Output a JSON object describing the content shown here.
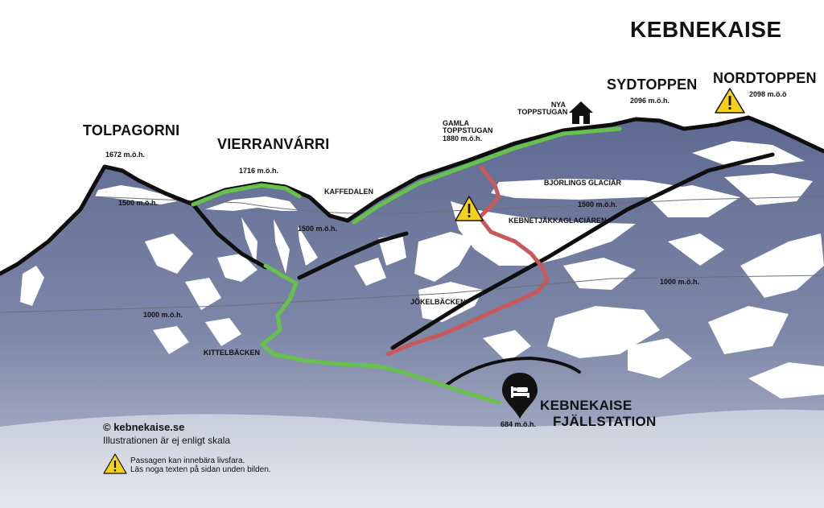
{
  "title": "KEBNEKAISE",
  "peaks": [
    {
      "name": "TOLPAGORNI",
      "elevation": "1672 m.ö.h."
    },
    {
      "name": "VIERRANVÁRRI",
      "elevation": "1716 m.ö.h."
    },
    {
      "name": "SYDTOPPEN",
      "elevation": "2096 m.ö.h."
    },
    {
      "name": "NORDTOPPEN",
      "elevation": "2098 m.ö.ö"
    }
  ],
  "huts": {
    "new": "NYA\nTOPPSTUGAN",
    "old": "GAMLA\nTOPPSTUGAN\n1880 m.ö.h."
  },
  "places": {
    "kaffedalen": "KAFFEDALEN",
    "bjorlings": "BJÖRLINGS GLACIÄR",
    "kebnetjakka": "KEBNETJÄKKAGLACIÄREN",
    "jokelbacken": "JÖKELBÄCKEN",
    "kittelbacken": "KITTELBÄCKEN"
  },
  "contours": {
    "c1500_left": "1500 m.ö.h.",
    "c1500_mid": "1500 m.ö.h.",
    "c1500_right": "1500 m.ö.h.",
    "c1000_left": "1000 m.ö.h.",
    "c1000_right": "1000 m.ö.h."
  },
  "station": {
    "name_line1": "KEBNEKAISE",
    "name_line2": "FJÄLLSTATION",
    "elevation": "684 m.ö.h."
  },
  "legend": {
    "credit": "© kebnekaise.se",
    "scale_note": "Illustrationen är ej enligt skala",
    "warning_line1": "Passagen kan innebära livsfara.",
    "warning_line2": "Läs noga texten på sidan unden bilden."
  },
  "icons": {
    "warning": "warning-triangle-icon",
    "hut": "house-icon",
    "bed": "bed-pin-icon"
  },
  "colors": {
    "route_green": "#67c24c",
    "route_red": "#c9585a",
    "ridge": "#0e0e0e",
    "warning_yellow": "#f4d21a"
  }
}
